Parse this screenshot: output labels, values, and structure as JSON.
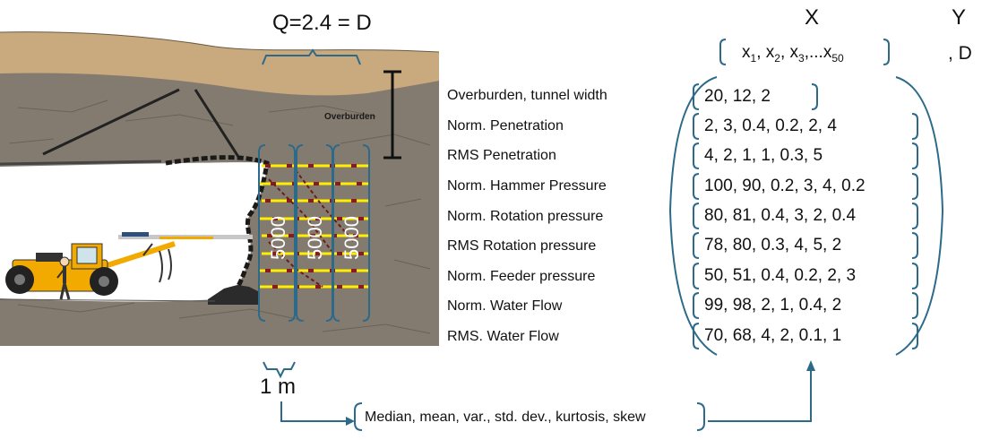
{
  "header": {
    "q_label": "Q=2.4 = D",
    "x_label": "X",
    "y_label": "Y",
    "features_label": "x1, x2, x3,...x50",
    "features": [
      {
        "base": "x",
        "sub": "1",
        "sep": ", "
      },
      {
        "base": "x",
        "sub": "2",
        "sep": ", "
      },
      {
        "base": "x",
        "sub": "3",
        "sep": ",..."
      },
      {
        "base": "x",
        "sub": "50",
        "sep": ""
      }
    ],
    "d_label": ", D"
  },
  "scene": {
    "overburden_label": "Overburden",
    "hole_labels": [
      "5000",
      "5000",
      "5000"
    ],
    "spacing_label": "1 m",
    "colors": {
      "sky": "#ffffff",
      "ground": "#847b70",
      "soil": "#c8aa7e",
      "bracket": "#2d6a8a",
      "bolt": "#ffee00",
      "marker": "#8b1a1a",
      "machine": "#f2a900"
    }
  },
  "parameters": [
    {
      "name": "Overburden, tunnel width",
      "values": "20, 12, 2"
    },
    {
      "name": "Norm. Penetration",
      "values": "2, 3, 0.4, 0.2, 2, 4"
    },
    {
      "name": "RMS Penetration",
      "values": "4, 2, 1, 1, 0.3, 5"
    },
    {
      "name": "Norm. Hammer Pressure",
      "values": "100, 90, 0.2, 3, 4, 0.2"
    },
    {
      "name": "Norm. Rotation pressure",
      "values": "80, 81, 0.4, 3, 2, 0.4"
    },
    {
      "name": "RMS Rotation pressure",
      "values": "78, 80, 0.3, 4, 5, 2"
    },
    {
      "name": "Norm. Feeder pressure",
      "values": "50, 51, 0.4, 0.2, 2, 3"
    },
    {
      "name": "Norm. Water Flow",
      "values": "99, 98, 2, 1, 0.4, 2"
    },
    {
      "name": "RMS. Water Flow",
      "values": "70, 68, 4, 2, 0.1, 1"
    }
  ],
  "stats": {
    "label": "Median, mean, var., std. dev., kurtosis, skew"
  }
}
